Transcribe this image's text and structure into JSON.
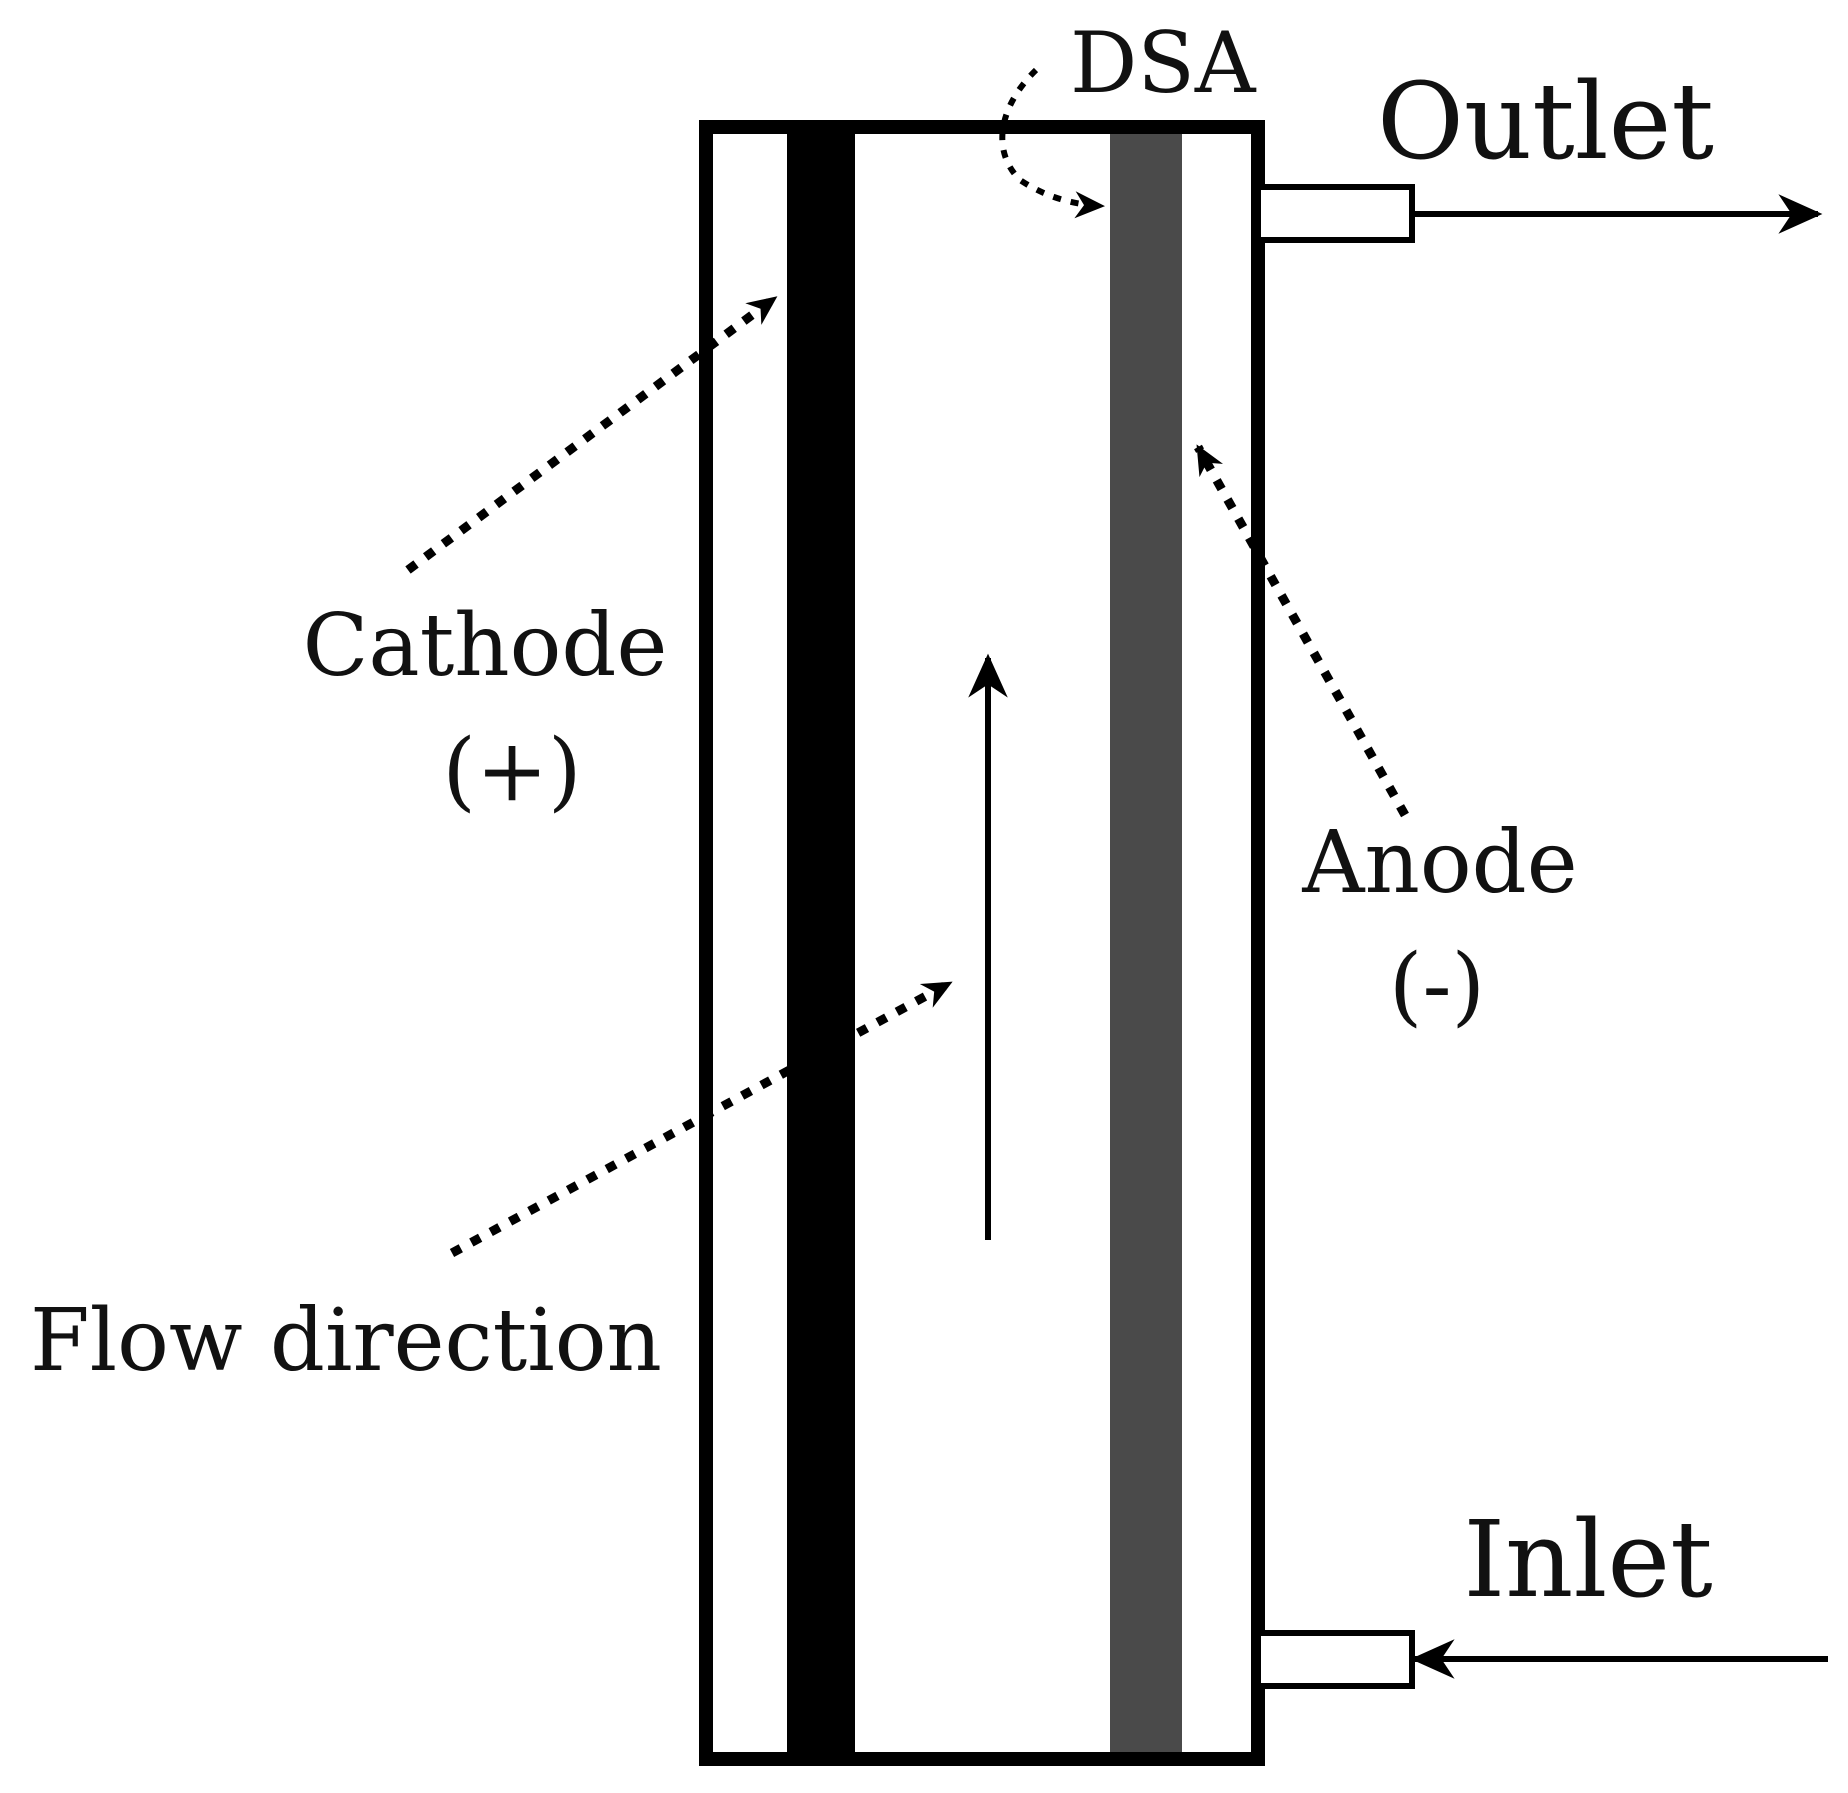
{
  "labels": {
    "dsa": "DSA",
    "outlet": "Outlet",
    "cathode": "Cathode",
    "cathode_sign": "(+)",
    "anode": "Anode",
    "anode_sign": "(-)",
    "flow_direction": "Flow direction",
    "inlet": "Inlet"
  },
  "colors": {
    "cathode_plate": "#000000",
    "anode_plate": "#4a4a4a",
    "outline": "#000000",
    "background": "#ffffff"
  }
}
